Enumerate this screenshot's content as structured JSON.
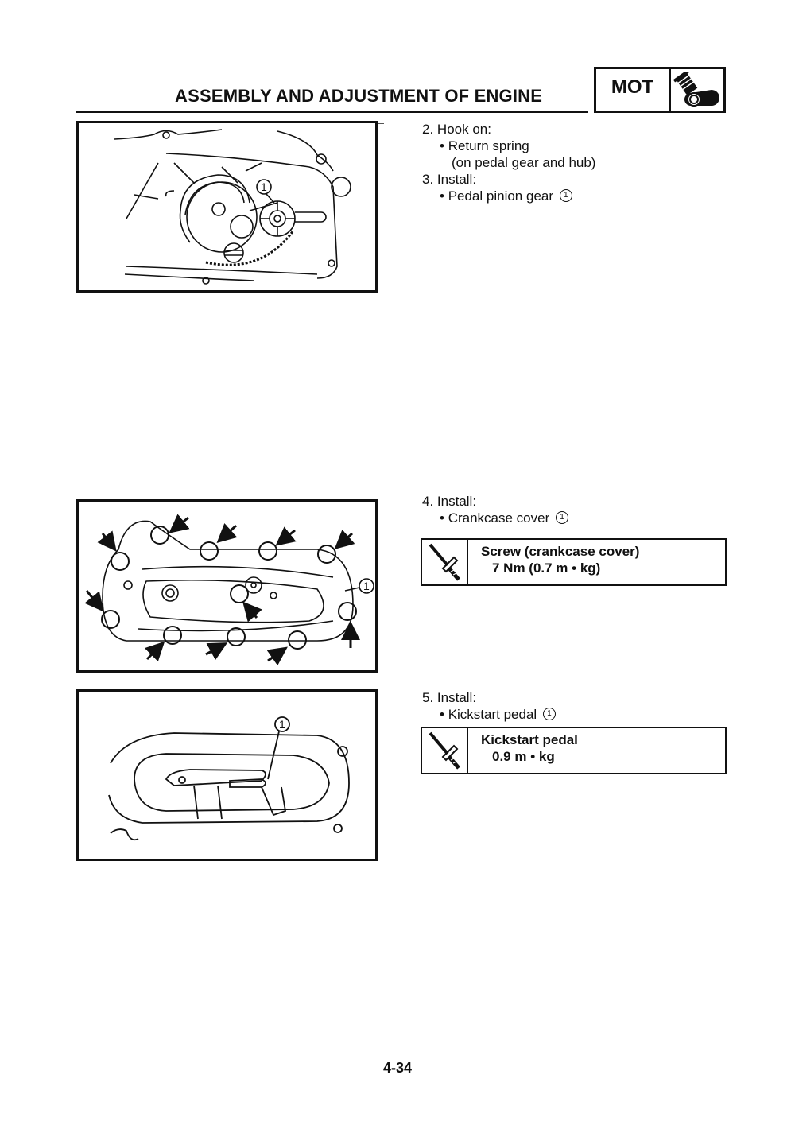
{
  "header": {
    "title": "ASSEMBLY AND ADJUSTMENT OF ENGINE",
    "section_badge": "MOT",
    "section_icon": "engine-icon"
  },
  "sections": [
    {
      "figure": "pedal-pinion-gear-illustration",
      "callouts": [
        "1"
      ],
      "steps": [
        {
          "number": "2.",
          "action": "Hook on:",
          "bullets": [
            {
              "text": "Return spring",
              "note": "(on pedal gear and hub)"
            }
          ]
        },
        {
          "number": "3.",
          "action": "Install:",
          "bullets": [
            {
              "text": "Pedal pinion gear",
              "ref": "1"
            }
          ]
        }
      ]
    },
    {
      "figure": "crankcase-cover-screws-illustration",
      "callouts": [
        "1"
      ],
      "steps": [
        {
          "number": "4.",
          "action": "Install:",
          "bullets": [
            {
              "text": "Crankcase cover",
              "ref": "1"
            }
          ]
        }
      ],
      "torque_spec": {
        "icon": "torque-wrench-icon",
        "label": "Screw (crankcase cover)",
        "value": "7 Nm (0.7 m • kg)"
      }
    },
    {
      "figure": "kickstart-pedal-illustration",
      "callouts": [
        "1"
      ],
      "steps": [
        {
          "number": "5.",
          "action": "Install:",
          "bullets": [
            {
              "text": "Kickstart pedal",
              "ref": "1"
            }
          ]
        }
      ],
      "torque_spec": {
        "icon": "torque-wrench-icon",
        "label": "Kickstart pedal",
        "value": "0.9 m • kg"
      }
    }
  ],
  "footer": {
    "page_number": "4-34"
  },
  "glyphs": {
    "bullet": "•"
  }
}
